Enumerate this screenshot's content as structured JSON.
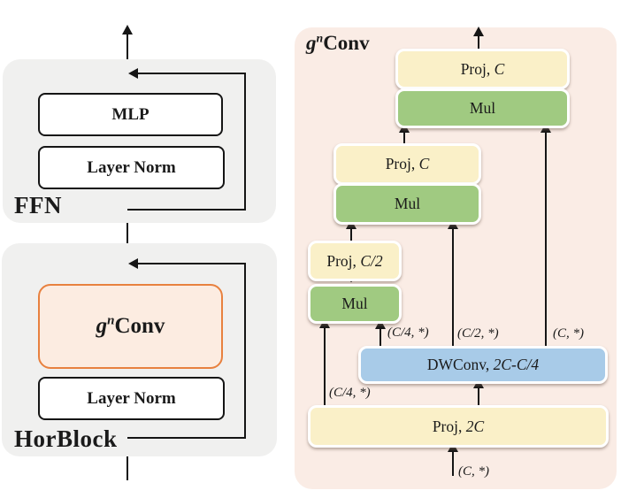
{
  "left": {
    "ffn": {
      "label": "FFN",
      "mlp_label": "MLP",
      "layer_norm_label": "Layer Norm"
    },
    "horblock": {
      "label": "HorBlock",
      "gnconv": {
        "g": "g",
        "n": "n",
        "conv": "Conv"
      },
      "layer_norm_label": "Layer Norm"
    }
  },
  "right": {
    "title": {
      "g": "g",
      "n": "n",
      "conv": "Conv"
    },
    "levels": [
      {
        "proj_prefix": "Proj, ",
        "proj_var": "C",
        "mul_label": "Mul"
      },
      {
        "proj_prefix": "Proj, ",
        "proj_var": "C",
        "mul_label": "Mul"
      },
      {
        "proj_prefix": "Proj, ",
        "proj_var": "C/2",
        "mul_label": "Mul"
      }
    ],
    "dwconv": {
      "prefix": "DWConv, ",
      "var": "2C-C/4"
    },
    "proj_in": {
      "prefix": "Proj, ",
      "var": "2C"
    },
    "dim_labels": {
      "branch_c4_lower": "(C/4, *)",
      "branch_c4": "(C/4, *)",
      "branch_c2": "(C/2, *)",
      "branch_c": "(C, *)",
      "input": "(C, *)"
    }
  },
  "colors": {
    "panel_gray": "#f0f0ef",
    "panel_pink": "#faece5",
    "box_yellow": "#faf0c8",
    "box_green": "#a0ca81",
    "box_blue": "#a8cbe8",
    "gnconv_fill": "#fcece1",
    "gnconv_border": "#e8813f",
    "line_black": "#151515"
  }
}
